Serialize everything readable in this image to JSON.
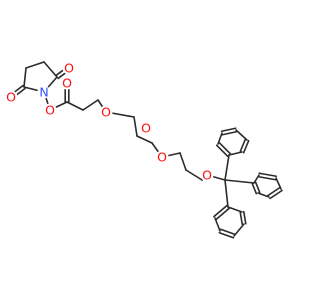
{
  "colors": {
    "bond": "#2b2b2b",
    "O": "#ff0d0d",
    "N": "#3050f8",
    "background": "#ffffff"
  },
  "atoms": [
    {
      "id": "o_c1",
      "label": "O",
      "element": "O"
    },
    {
      "id": "o_c2",
      "label": "O",
      "element": "O"
    },
    {
      "id": "n1",
      "label": "N",
      "element": "N"
    },
    {
      "id": "o_nhs",
      "label": "O",
      "element": "O"
    },
    {
      "id": "o_e1",
      "label": "O",
      "element": "O"
    },
    {
      "id": "o_es1",
      "label": "O",
      "element": "O"
    },
    {
      "id": "o_e2",
      "label": "O",
      "element": "O"
    },
    {
      "id": "o_es2",
      "label": "O",
      "element": "O"
    },
    {
      "id": "o_e3",
      "label": "O",
      "element": "O"
    }
  ]
}
